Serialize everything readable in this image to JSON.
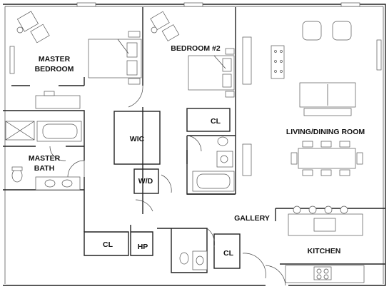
{
  "rooms": {
    "master_bedroom": [
      "MASTER",
      "BEDROOM"
    ],
    "bedroom2": "BEDROOM #2",
    "living_dining": "LIVING/DINING ROOM",
    "wic": "WIC",
    "master_bath": [
      "MASTER",
      "BATH"
    ],
    "cl_bedroom2": "CL",
    "wd": "W/D",
    "gallery": "GALLERY",
    "kitchen": "KITCHEN",
    "cl_lower_left": "CL",
    "hp": "HP",
    "cl_lower_mid": "CL"
  }
}
